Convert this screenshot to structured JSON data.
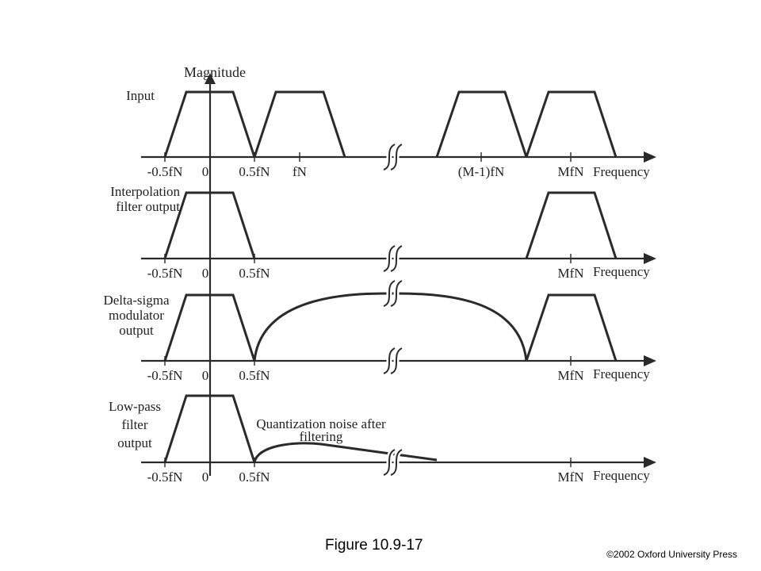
{
  "y_axis_label": "Magnitude",
  "x_axis_label": "Frequency",
  "panels": [
    {
      "label_lines": [
        "Input"
      ],
      "ticks": [
        "-0.5fN",
        "0",
        "0.5fN",
        "fN",
        "(M-1)fN",
        "MfN"
      ]
    },
    {
      "label_lines": [
        "Interpolation",
        "filter output"
      ],
      "ticks": [
        "-0.5fN",
        "0",
        "0.5fN",
        "MfN"
      ]
    },
    {
      "label_lines": [
        "Delta-sigma",
        "modulator",
        "output"
      ],
      "ticks": [
        "-0.5fN",
        "0",
        "0.5fN",
        "MfN"
      ]
    },
    {
      "label_lines": [
        "Low-pass",
        "filter",
        "output"
      ],
      "ticks": [
        "-0.5fN",
        "0",
        "0.5fN",
        "MfN"
      ],
      "annotation_lines": [
        "Quantization noise after",
        "filtering"
      ]
    }
  ],
  "caption": "Figure 10.9-17",
  "copyright": "©2002 Oxford University Press"
}
